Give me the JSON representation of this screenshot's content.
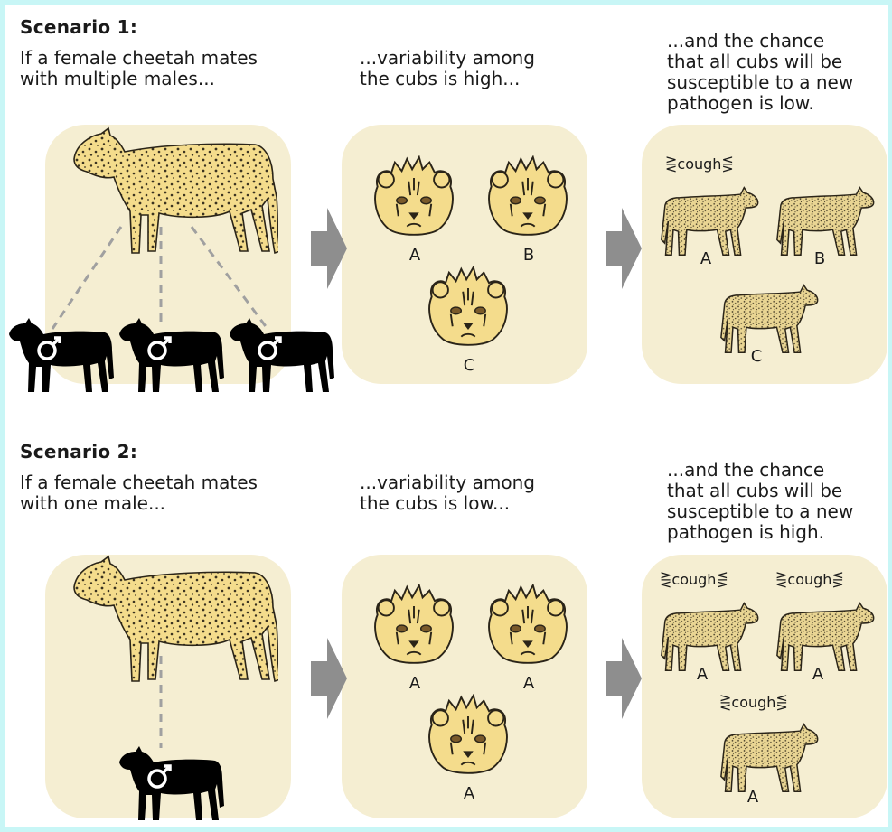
{
  "scenario1": {
    "title": "Scenario 1:",
    "caption_left": "If a female cheetah mates\nwith multiple males...",
    "caption_middle": "...variability among\nthe cubs is high...",
    "caption_right": "...and the chance\nthat all cubs will be\nsusceptible to a new\npathogen is low.",
    "cub_labels": [
      "A",
      "B",
      "C"
    ],
    "adult_labels": [
      "A",
      "B",
      "C"
    ],
    "cough_text": "cough"
  },
  "scenario2": {
    "title": "Scenario 2:",
    "caption_left": "If a female cheetah mates\nwith one male...",
    "caption_middle": "...variability among\nthe cubs is low...",
    "caption_right": "...and the chance\nthat all cubs will be\nsusceptible to a new\npathogen is high.",
    "cub_labels": [
      "A",
      "A",
      "A"
    ],
    "adult_labels": [
      "A",
      "A",
      "A"
    ],
    "cough_text": "cough"
  },
  "colors": {
    "background_frame": "#c8f6f6",
    "panel": "#f5eed2",
    "cheetah_fur": "#f4dc8c",
    "male_silhouette": "#000000",
    "arrow": "#8e8e8e",
    "dashed_line": "#a0a0a0"
  },
  "icons": [
    "female-cheetah-icon",
    "male-cheetah-icon",
    "male-symbol-icon",
    "cub-face-icon",
    "young-cheetah-icon",
    "arrow-right-icon"
  ]
}
